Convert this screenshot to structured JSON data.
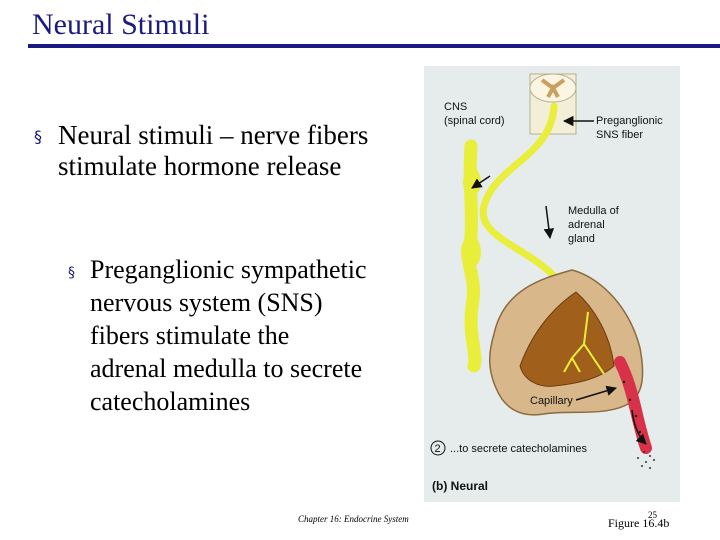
{
  "slide": {
    "title": "Neural Stimuli",
    "bullet1": "Neural stimuli – nerve fibers stimulate hormone release",
    "bullet2": "Preganglionic sympathetic nervous system (SNS) fibers stimulate the adrenal medulla to secrete catecholamines",
    "bullet_mark": "§",
    "footer": "Chapter 16: Endocrine System",
    "page_number": "25",
    "figure_ref": "Figure 16.4b"
  },
  "figure": {
    "cns_line1": "CNS",
    "cns_line2": "(spinal cord)",
    "pre_line1": "Preganglionic",
    "pre_line2": "SNS fiber",
    "med_line1": "Medulla of",
    "med_line2": "adrenal",
    "med_line3": "gland",
    "capillary": "Capillary",
    "step_number": "2",
    "step_text": "...to secrete catecholamines",
    "caption": "(b) Neural"
  },
  "colors": {
    "title": "#1a1a80",
    "figure_bg": "#e6ecec",
    "nerve": "#e8ee3a",
    "gland": "#d8b88a",
    "medulla": "#a0601c",
    "capillary": "#d8324a"
  }
}
